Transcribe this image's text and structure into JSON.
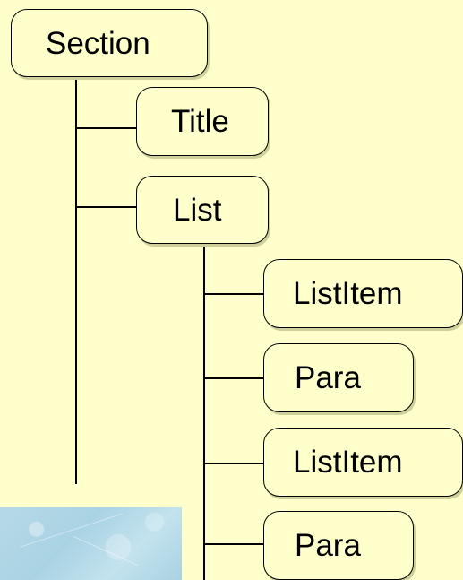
{
  "diagram": {
    "nodes": {
      "section": "Section",
      "title": "Title",
      "list": "List",
      "listitem_1": "ListItem",
      "para_1": "Para",
      "listitem_2": "ListItem",
      "para_2": "Para"
    }
  }
}
